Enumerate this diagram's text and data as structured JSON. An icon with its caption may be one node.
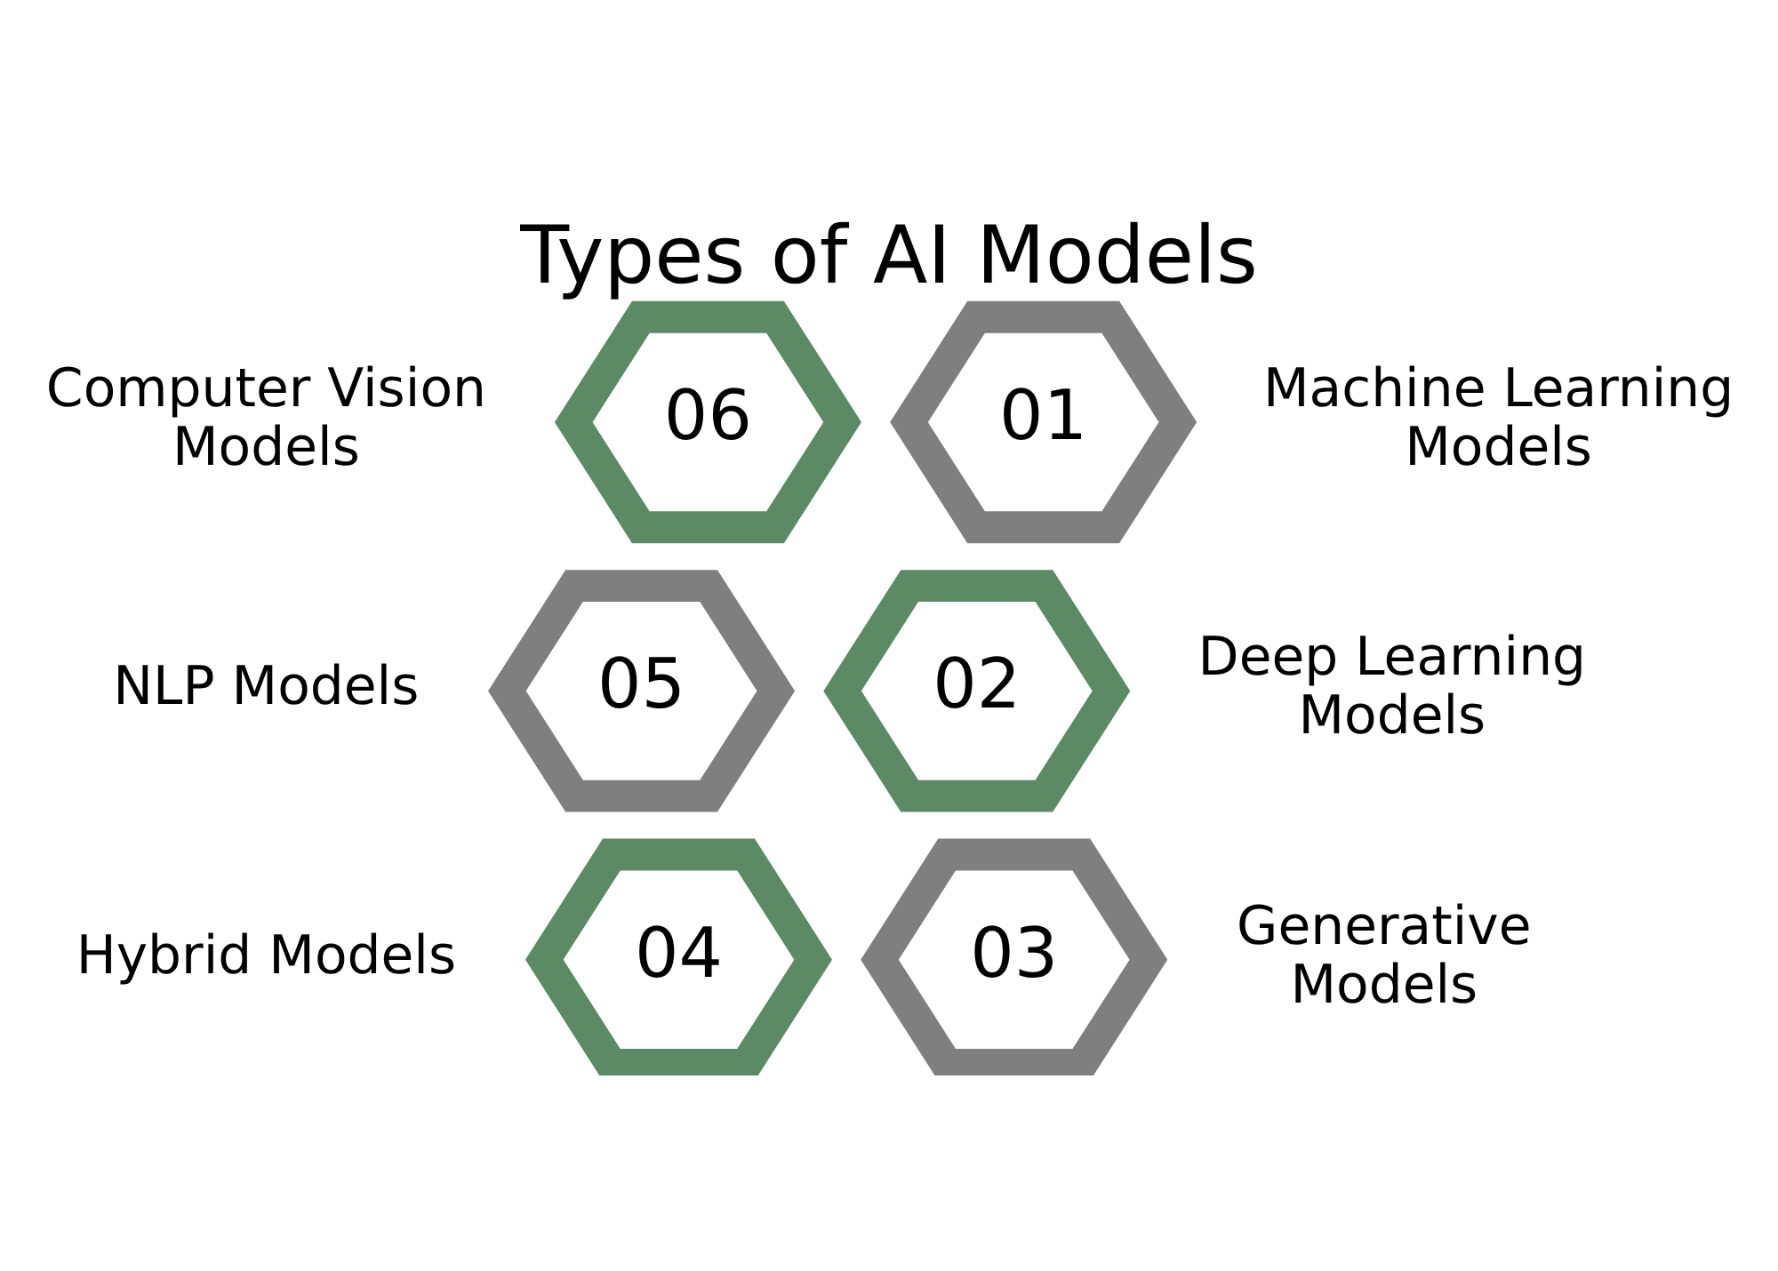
{
  "diagram": {
    "title": "Types of AI Models",
    "nodes": [
      {
        "text": [
          "01"
        ],
        "beside": [
          "Machine Learning Models"
        ]
      },
      {
        "text": [
          "02"
        ],
        "beside": [
          "Deep Learning Models"
        ]
      },
      {
        "text": [
          "03"
        ],
        "beside": [
          "Generative Models"
        ]
      },
      {
        "text": [
          "04"
        ],
        "beside": [
          "Hybrid Models"
        ]
      },
      {
        "text": [
          "05"
        ],
        "beside": [
          "NLP Models"
        ]
      },
      {
        "text": [
          "06"
        ],
        "beside": [
          "Computer Vision Models"
        ]
      }
    ],
    "edges": []
  }
}
